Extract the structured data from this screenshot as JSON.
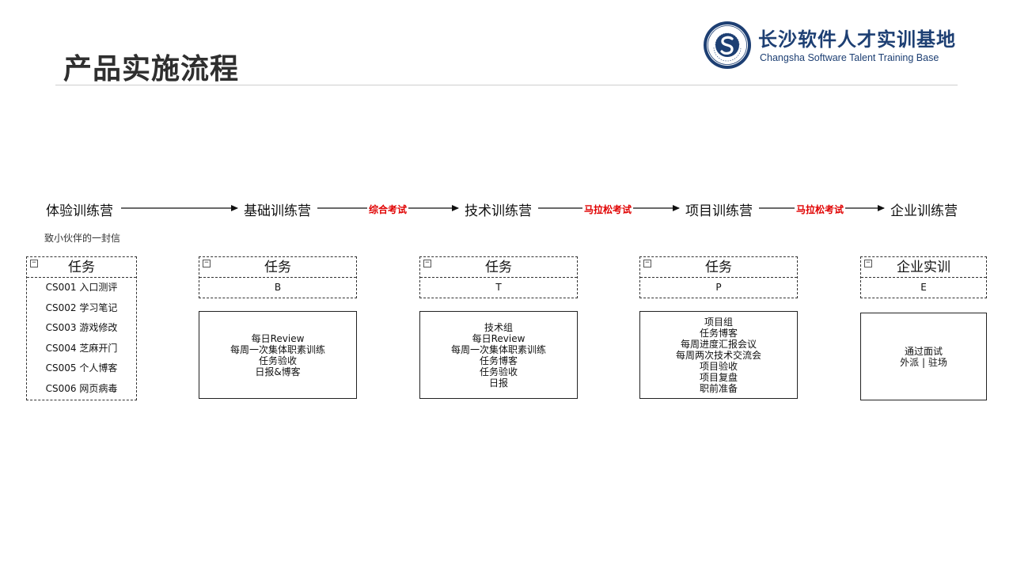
{
  "page_title": "产品实施流程",
  "logo": {
    "name_cn": "长沙软件人才实训基地",
    "name_en": "Changsha Software Talent Training Base",
    "colors": {
      "primary": "#1d3f73"
    },
    "icon": "seal-logo-icon"
  },
  "colors": {
    "connector_label": "#e00000",
    "rule": "#cfcfcf"
  },
  "stages": [
    "体验训练营",
    "基础训练营",
    "技术训练营",
    "项目训练营",
    "企业训练营"
  ],
  "connectors": [
    "",
    "综合考试",
    "马拉松考试",
    "马拉松考试"
  ],
  "letter": "致小伙伴的一封信",
  "task_boxes": [
    {
      "title": "任务",
      "items": [
        "CS001 入口测评",
        "CS002 学习笔记",
        "CS003 游戏修改",
        "CS004 芝麻开门",
        "CS005 个人博客",
        "CS006 网页病毒"
      ]
    },
    {
      "title": "任务",
      "code": "B"
    },
    {
      "title": "任务",
      "code": "T"
    },
    {
      "title": "任务",
      "code": "P"
    },
    {
      "title": "企业实训",
      "code": "E"
    }
  ],
  "detail_boxes": [
    {
      "lines": [
        "每日Review",
        "每周一次集体职素训练",
        "任务验收",
        "日报&博客"
      ]
    },
    {
      "lines": [
        "技术组",
        "每日Review",
        "每周一次集体职素训练",
        "任务博客",
        "任务验收",
        "日报"
      ]
    },
    {
      "lines": [
        "项目组",
        "任务博客",
        "每周进度汇报会议",
        "每周两次技术交流会",
        "项目验收",
        "项目复盘",
        "职前准备"
      ]
    },
    {
      "lines": [
        "通过面试",
        "外派 | 驻场"
      ]
    }
  ]
}
